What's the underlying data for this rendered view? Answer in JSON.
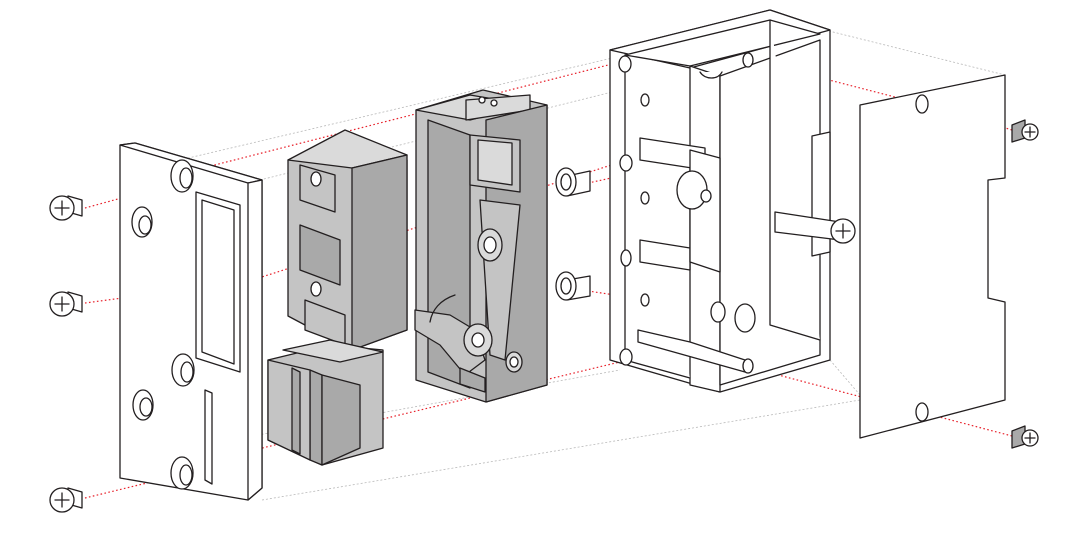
{
  "colors": {
    "background": "#ffffff",
    "outline": "#231f20",
    "white_part": "#ffffff",
    "gray_part": "#c4c4c4",
    "gray_dark": "#a9a9a9",
    "gray_light": "#dadada",
    "assembly_arrow": "#e8212b",
    "guide_line": "#b9b9b9"
  },
  "parts": [
    {
      "name": "strike-faceplate",
      "icon": "faceplate-icon"
    },
    {
      "name": "upper-keeper-housing",
      "icon": "housing-icon"
    },
    {
      "name": "lower-keeper",
      "icon": "keeper-icon"
    },
    {
      "name": "solenoid-mechanism",
      "icon": "mechanism-icon"
    },
    {
      "name": "mounting-box",
      "icon": "box-icon"
    },
    {
      "name": "cover-plate",
      "icon": "plate-icon"
    },
    {
      "name": "phillips-screws",
      "icon": "phillips-screw-icon"
    },
    {
      "name": "short-screws",
      "icon": "screw-icon"
    },
    {
      "name": "mounting-pins",
      "icon": "pin-icon"
    }
  ]
}
